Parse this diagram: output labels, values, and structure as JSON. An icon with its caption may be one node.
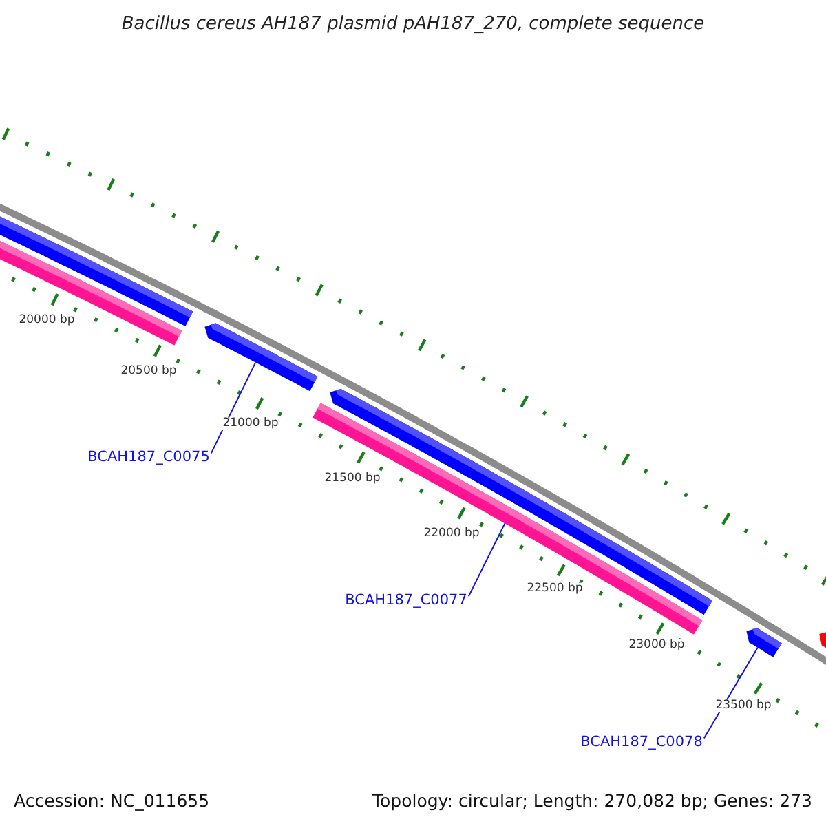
{
  "diagram": {
    "title": "Bacillus cereus AH187 plasmid pAH187_270, complete sequence",
    "nodes": [
      {
        "text": [],
        "shape": "bar"
      },
      {
        "text": [],
        "shape": "bar"
      },
      {
        "text": [],
        "shape": "arrow"
      },
      {
        "text": [],
        "shape": "bar"
      },
      {
        "text": [],
        "shape": "arrow"
      },
      {
        "text": [],
        "shape": "arrow"
      },
      {
        "text": [],
        "shape": "arrow"
      },
      {
        "text": [
          "BCAH187_C0075"
        ]
      },
      {
        "text": [
          "BCAH187_C0077"
        ]
      },
      {
        "text": [
          "BCAH187_C0078"
        ]
      }
    ],
    "edges": [
      {
        "from": 7,
        "to": 2,
        "arrow": "none"
      },
      {
        "from": 8,
        "to": 3,
        "arrow": "none"
      },
      {
        "from": 9,
        "to": 5,
        "arrow": "none"
      }
    ],
    "labels": [
      "20000 bp",
      "20500 bp",
      "21000 bp",
      "21500 bp",
      "22000 bp",
      "22500 bp",
      "23000 bp",
      "23500 bp",
      "Accession: NC_011655",
      "Topology: circular; Length: 270,082 bp; Genes: 273"
    ]
  }
}
